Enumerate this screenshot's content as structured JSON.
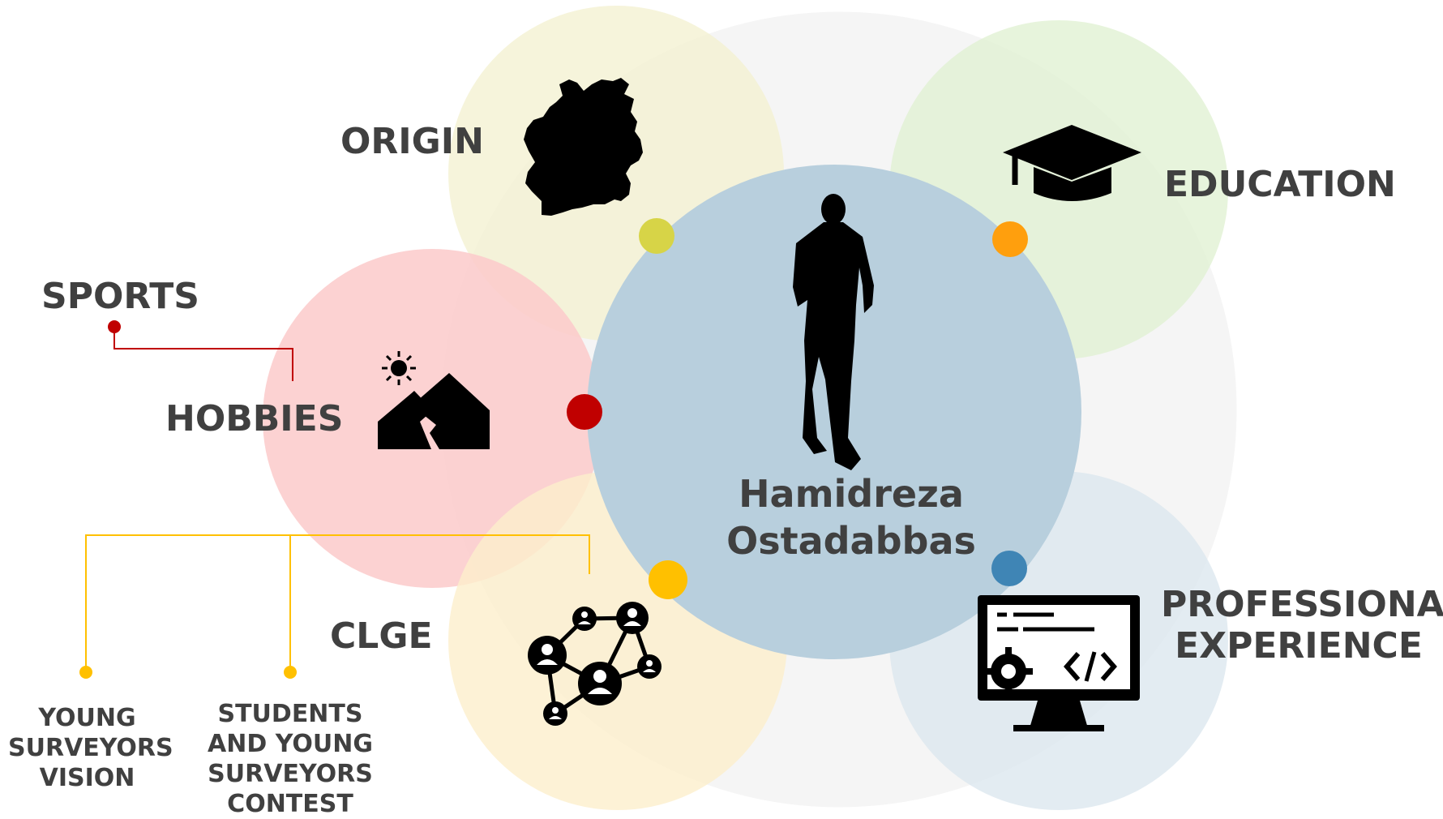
{
  "center": {
    "name_line1": "Hamidreza",
    "name_line2": "Ostadabbas"
  },
  "origin": {
    "label": "ORIGIN"
  },
  "education": {
    "label": "EDUCATION"
  },
  "hobbies": {
    "label": "HOBBIES",
    "sub": {
      "label": "SPORTS"
    }
  },
  "clge": {
    "label": "CLGE",
    "subs": [
      {
        "label": "YOUNG SURVEYORS VISION"
      },
      {
        "label": "STUDENTS AND YOUNG SURVEYORS CONTEST"
      }
    ]
  },
  "professional": {
    "label_line1": "PROFESSIONAL",
    "label_line2": "EXPERIENCE"
  },
  "colors": {
    "center": "#b8cfdd",
    "origin": "#f5f3d9",
    "education": "#e6f2da",
    "hobbies": "#fbcdcc",
    "clge": "#fdf1d3",
    "professional": "#dde8ee",
    "origin_dot": "#d7d447",
    "education_dot": "#ff9f0d",
    "hobbies_dot": "#c00000",
    "clge_dot": "#ffc000",
    "professional_dot": "#3f85b5"
  },
  "icons": {
    "origin": "germany-map-icon",
    "education": "graduation-cap-icon",
    "hobbies": "mountain-sun-icon",
    "clge": "network-people-icon",
    "professional": "monitor-code-icon",
    "center": "person-silhouette-icon"
  }
}
